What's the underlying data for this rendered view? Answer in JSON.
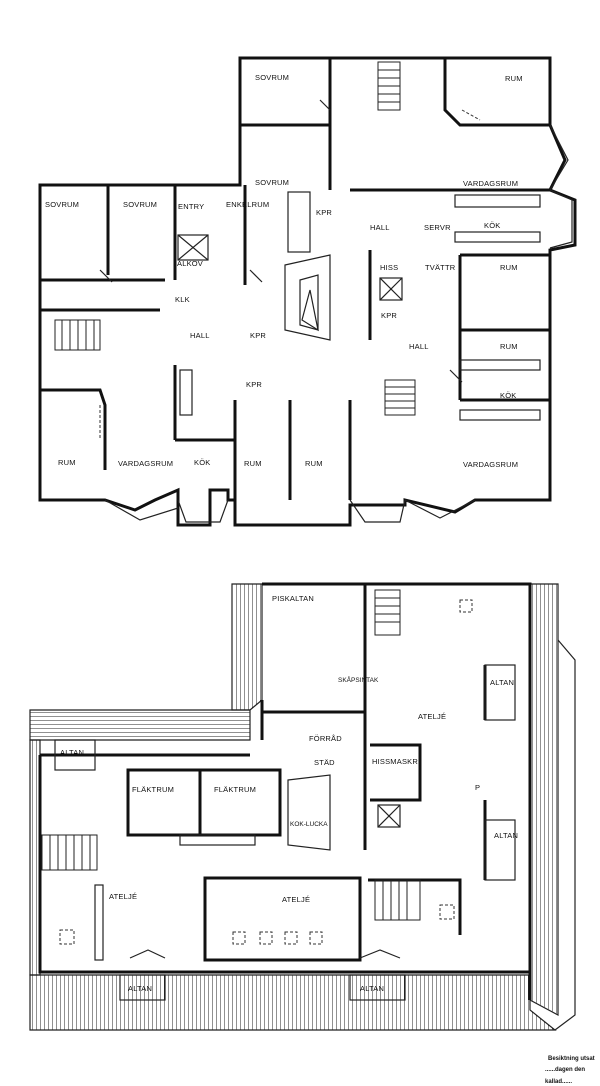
{
  "upper_plan": {
    "rooms": [
      {
        "key": "sovrum_1",
        "label": "SOVRUM"
      },
      {
        "key": "sovrum_2",
        "label": "SOVRUM"
      },
      {
        "key": "sovrum_3",
        "label": "SOVRUM"
      },
      {
        "key": "sovrum_4",
        "label": "SOVRUM"
      },
      {
        "key": "rum_ne",
        "label": "RUM"
      },
      {
        "key": "entry",
        "label": "ENTRY"
      },
      {
        "key": "enkelrum",
        "label": "ENKELRUM"
      },
      {
        "key": "alkov",
        "label": "ALKOV"
      },
      {
        "key": "kpr_1",
        "label": "KPR"
      },
      {
        "key": "hall_1",
        "label": "HALL"
      },
      {
        "key": "servr",
        "label": "SERVR"
      },
      {
        "key": "kok_1",
        "label": "KÖK"
      },
      {
        "key": "vardagsrum_1",
        "label": "VARDAGSRUM"
      },
      {
        "key": "hiss",
        "label": "HISS"
      },
      {
        "key": "tvattr",
        "label": "TVÄTTR"
      },
      {
        "key": "rum_e1",
        "label": "RUM"
      },
      {
        "key": "klk",
        "label": "KLK"
      },
      {
        "key": "hall_2",
        "label": "HALL"
      },
      {
        "key": "kpr_2",
        "label": "KPR"
      },
      {
        "key": "kpr_3",
        "label": "KPR"
      },
      {
        "key": "hall_3",
        "label": "HALL"
      },
      {
        "key": "rum_e2",
        "label": "RUM"
      },
      {
        "key": "kpr_4",
        "label": "KPR"
      },
      {
        "key": "kok_2",
        "label": "KÖK"
      },
      {
        "key": "rum_w",
        "label": "RUM"
      },
      {
        "key": "vardagsrum_2",
        "label": "VARDAGSRUM"
      },
      {
        "key": "kok_3",
        "label": "KÖK"
      },
      {
        "key": "rum_c1",
        "label": "RUM"
      },
      {
        "key": "rum_c2",
        "label": "RUM"
      },
      {
        "key": "vardagsrum_3",
        "label": "VARDAGSRUM"
      }
    ]
  },
  "lower_plan": {
    "rooms": [
      {
        "key": "piskaltan",
        "label": "PISKALTAN"
      },
      {
        "key": "skapsintak",
        "label": "SKÅPSINTAK"
      },
      {
        "key": "altan_ne",
        "label": "ALTAN"
      },
      {
        "key": "atelje_ne",
        "label": "ATELJÉ"
      },
      {
        "key": "altan_w",
        "label": "ALTAN"
      },
      {
        "key": "forrad",
        "label": "FÖRRÅD"
      },
      {
        "key": "stad",
        "label": "STÄD"
      },
      {
        "key": "hissmaskr",
        "label": "HISSMASKR."
      },
      {
        "key": "flaktrum_1",
        "label": "FLÄKTRUM"
      },
      {
        "key": "flaktrum_2",
        "label": "FLÄKTRUM"
      },
      {
        "key": "kokslucka",
        "label": "KOK-LUCKA"
      },
      {
        "key": "altan_e",
        "label": "ALTAN"
      },
      {
        "key": "atelje_w",
        "label": "ATELJÉ"
      },
      {
        "key": "atelje_c",
        "label": "ATELJÉ"
      },
      {
        "key": "altan_sw",
        "label": "ALTAN"
      },
      {
        "key": "altan_sc",
        "label": "ALTAN"
      },
      {
        "key": "p_marker",
        "label": "P"
      }
    ]
  },
  "footnote": {
    "line1": "Besiktning utsat",
    "line2": "......dagen den",
    "line3": "kallad......"
  },
  "colors": {
    "ink": "#111111",
    "paper": "#ffffff"
  }
}
